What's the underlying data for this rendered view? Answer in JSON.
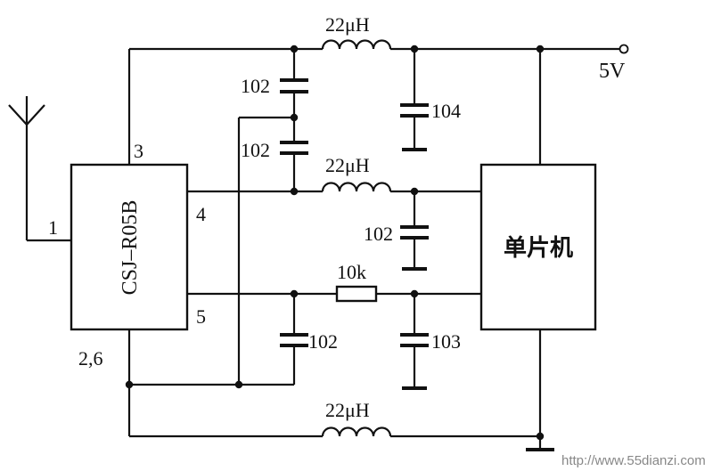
{
  "ic_main": {
    "name": "CSJ–R05B"
  },
  "mcu": {
    "label": "单片机"
  },
  "pins": {
    "p3": "3",
    "p1": "1",
    "p4": "4",
    "p5": "5",
    "p26": "2,6"
  },
  "supply": {
    "label": "5V"
  },
  "components": {
    "l_top": "22μH",
    "l_mid": "22μH",
    "l_bot": "22μH",
    "c_top1": "102",
    "c_top2": "102",
    "c_104": "104",
    "c_mid": "102",
    "r_10k": "10k",
    "c_5": "102",
    "c_103": "103"
  },
  "watermark": {
    "text": "http://www.55dianzi.com"
  }
}
